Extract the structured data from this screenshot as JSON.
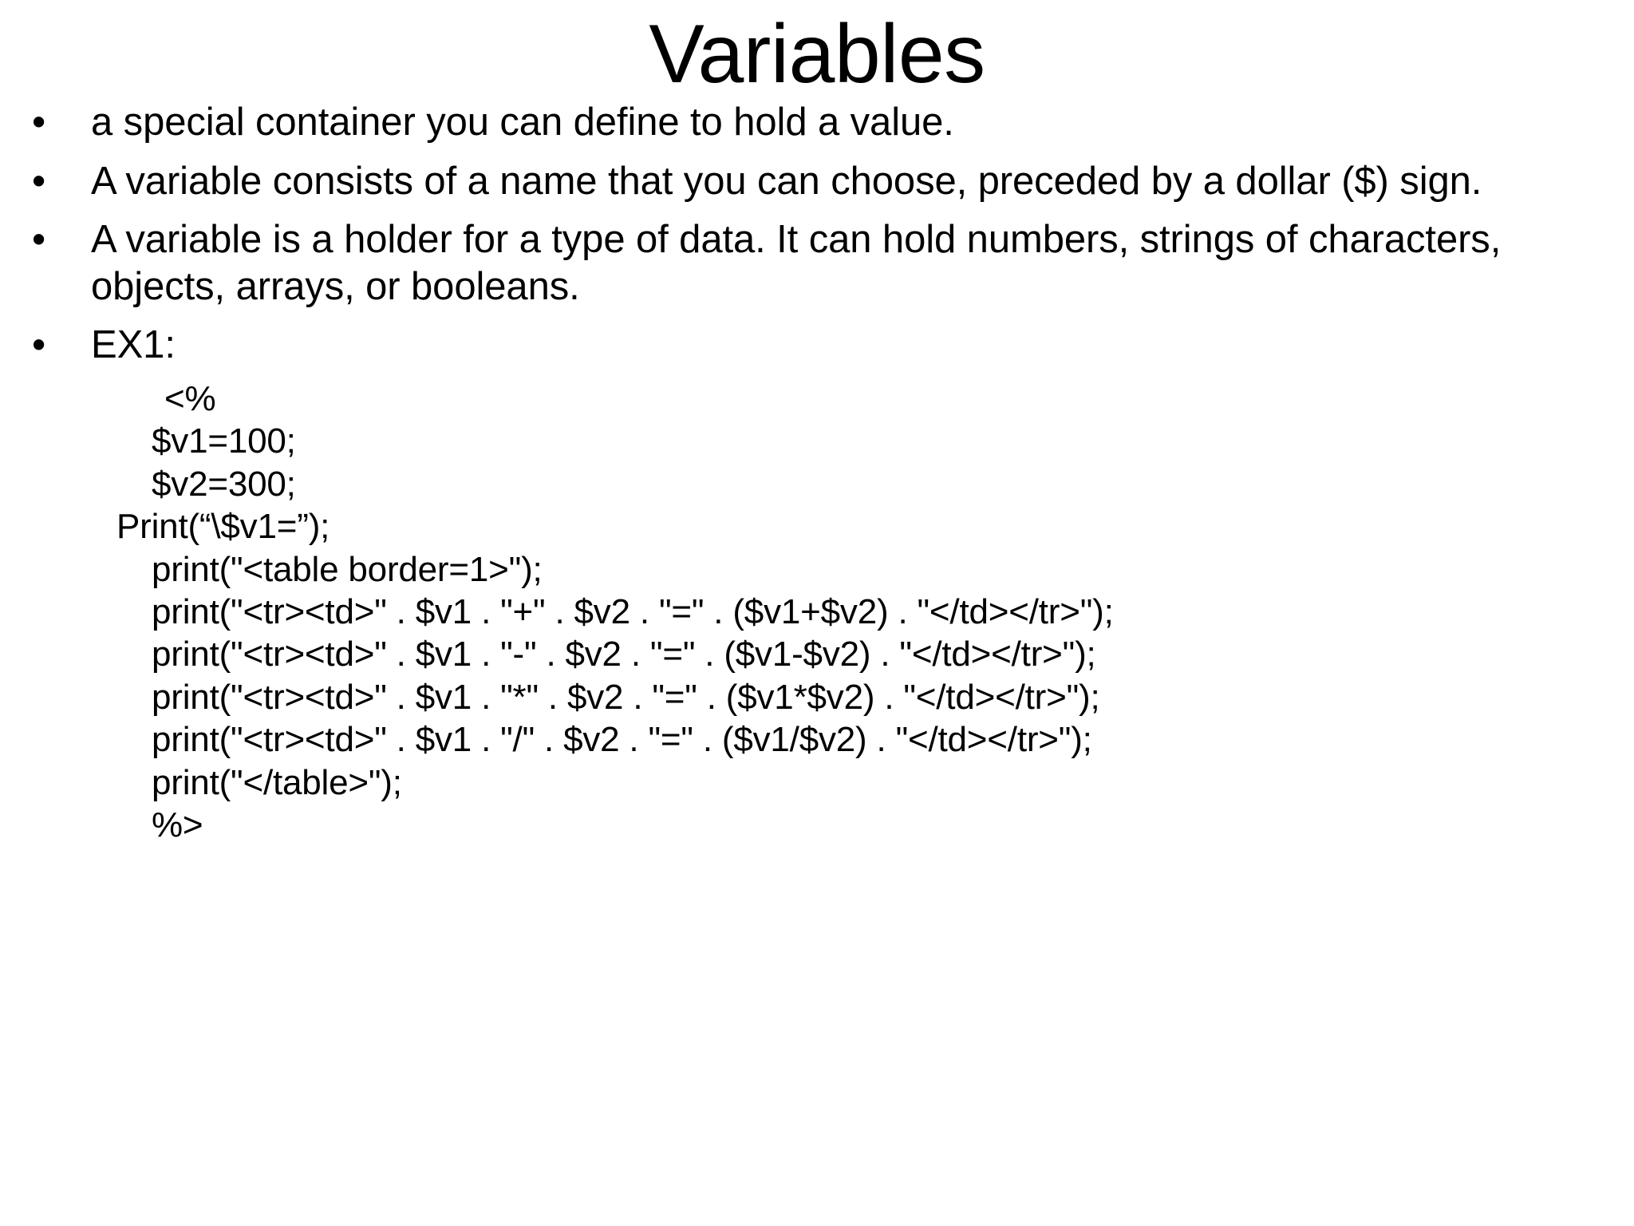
{
  "slide": {
    "title": "Variables",
    "bullets": [
      {
        "marker": "•",
        "text": "a special container you can define to hold a value."
      },
      {
        "marker": "•",
        "text": "A variable consists of a name that you can choose, preceded by a dollar ($) sign."
      },
      {
        "marker": "•",
        "text": "A variable is a holder for a type of data. It can hold numbers, strings of characters, objects, arrays, or booleans."
      },
      {
        "marker": "•",
        "text": "EX1:"
      }
    ],
    "code_lines": [
      {
        "indent": "ind-a",
        "text": "<%"
      },
      {
        "indent": "ind-b",
        "text": "$v1=100;"
      },
      {
        "indent": "ind-b",
        "text": "$v2=300;"
      },
      {
        "indent": "ind-c",
        "text": "Print(“\\$v1=”);"
      },
      {
        "indent": "ind-b",
        "text": "print(\"<table border=1>\");"
      },
      {
        "indent": "ind-b",
        "text": "print(\"<tr><td>\" . $v1 . \"+\" . $v2 . \"=\" . ($v1+$v2) . \"</td></tr>\");"
      },
      {
        "indent": "ind-b",
        "text": "print(\"<tr><td>\" . $v1 . \"-\" . $v2 . \"=\" . ($v1-$v2) . \"</td></tr>\");"
      },
      {
        "indent": "ind-b",
        "text": "print(\"<tr><td>\" . $v1 . \"*\" . $v2 . \"=\" . ($v1*$v2) . \"</td></tr>\");"
      },
      {
        "indent": "ind-b",
        "text": "print(\"<tr><td>\" . $v1 . \"/\" . $v2 . \"=\" . ($v1/$v2) . \"</td></tr>\");"
      },
      {
        "indent": "ind-b",
        "text": "print(\"</table>\");"
      },
      {
        "indent": "ind-b",
        "text": "%>"
      }
    ],
    "colors": {
      "background": "#ffffff",
      "text": "#000000"
    }
  }
}
